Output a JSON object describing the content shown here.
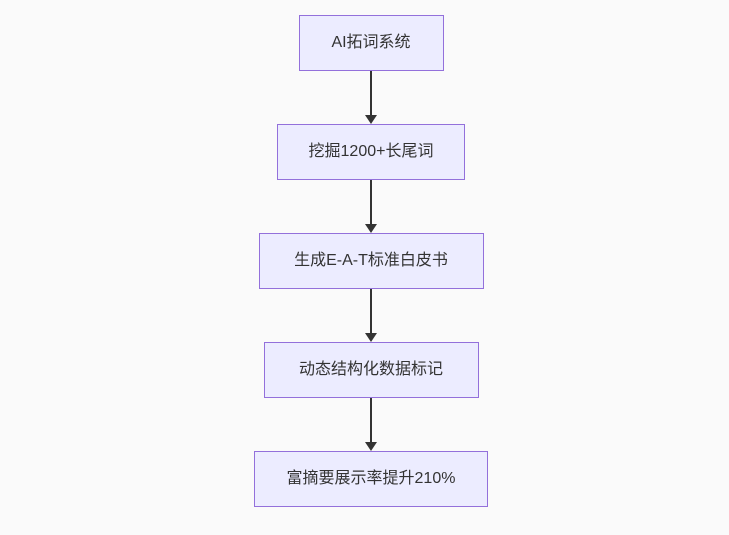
{
  "diagram": {
    "type": "flowchart",
    "direction": "top-down",
    "nodes": [
      {
        "id": "n1",
        "label": "AI拓词系统"
      },
      {
        "id": "n2",
        "label": "挖掘1200+长尾词"
      },
      {
        "id": "n3",
        "label": "生成E-A-T标准白皮书"
      },
      {
        "id": "n4",
        "label": "动态结构化数据标记"
      },
      {
        "id": "n5",
        "label": "富摘要展示率提升210%"
      }
    ],
    "edges": [
      {
        "from": "n1",
        "to": "n2"
      },
      {
        "from": "n2",
        "to": "n3"
      },
      {
        "from": "n3",
        "to": "n4"
      },
      {
        "from": "n4",
        "to": "n5"
      }
    ],
    "colors": {
      "background": "#fafafa",
      "node_fill": "#ececff",
      "node_border": "#9370db",
      "text": "#333333",
      "arrow": "#333333"
    }
  }
}
